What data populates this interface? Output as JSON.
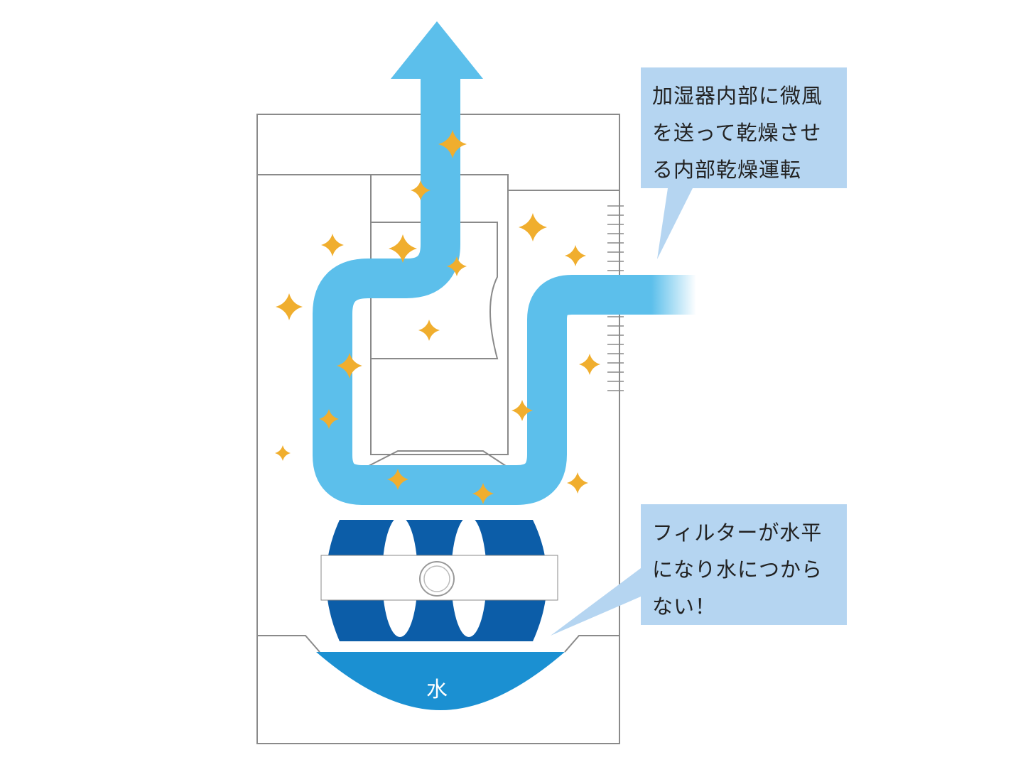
{
  "callouts": {
    "drying": {
      "lines": [
        "加湿器内部に微風",
        "を送って乾燥させ",
        "る内部乾燥運転"
      ]
    },
    "filter": {
      "lines": [
        "フィルターが水平",
        "になり水につから",
        "ない！"
      ]
    }
  },
  "water_label": "水",
  "colors": {
    "airflow": "#5cbfeb",
    "filter": "#0c5da8",
    "water": "#1b90d2",
    "sparkle": "#f0ae2e",
    "callout": "#b5d5f1",
    "outline": "#8a8a8a"
  }
}
